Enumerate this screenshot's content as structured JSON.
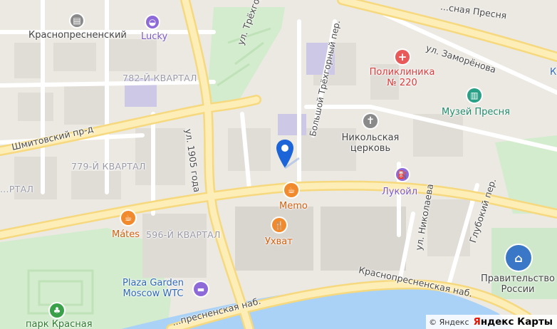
{
  "streets": {
    "krasnaya_presnya": "...сная Пресня",
    "zamorenova": "ул. Заморёнова",
    "trekhgorny_lane": "ул. Трёхгорный",
    "bolshoy_trekhgorny": "Большой Трёхгорный пер.",
    "shmitovsky": "Шмитовский пр-д",
    "ul_1905": "ул. 1905 года",
    "nikolaeva": "ул. Николаева",
    "glubokiy": "Глубокий пер.",
    "embankment_right": "Краснопресненская наб.",
    "embankment_left": "...пресненская наб."
  },
  "quarters": {
    "q782": "782-Й КВАРТАЛ",
    "q779": "779-Й КВАРТАЛ",
    "q596": "596-Й КВАРТАЛ",
    "q_left": "...РТАЛ"
  },
  "pois": {
    "krasnopresnensky": "Краснопресненский",
    "lucky": "Lucky",
    "polyclinic_line1": "Поликлиника",
    "polyclinic_line2": "№ 220",
    "museum": "Музей Пресня",
    "church_line1": "Никольская",
    "church_line2": "церковь",
    "lukoil": "Лукойл",
    "memo": "Memo",
    "ukhvat": "Ухват",
    "mates": "Mátes",
    "plaza_line1": "Plaza Garden",
    "plaza_line2": "Moscow WTC",
    "government_line1": "Правительство",
    "government_line2": "России",
    "park": "парк Красная",
    "k_edge": "К"
  },
  "attribution": {
    "copy": "© Яндекс",
    "brand_y": "Я",
    "brand_rest": "ндекс Карты"
  },
  "colors": {
    "land": "#ece9e3",
    "road": "#ffffff",
    "major_road": "#fbe7a4",
    "park": "#cfeccb",
    "water": "#a6d0f5",
    "pin": "#1c65d8"
  }
}
